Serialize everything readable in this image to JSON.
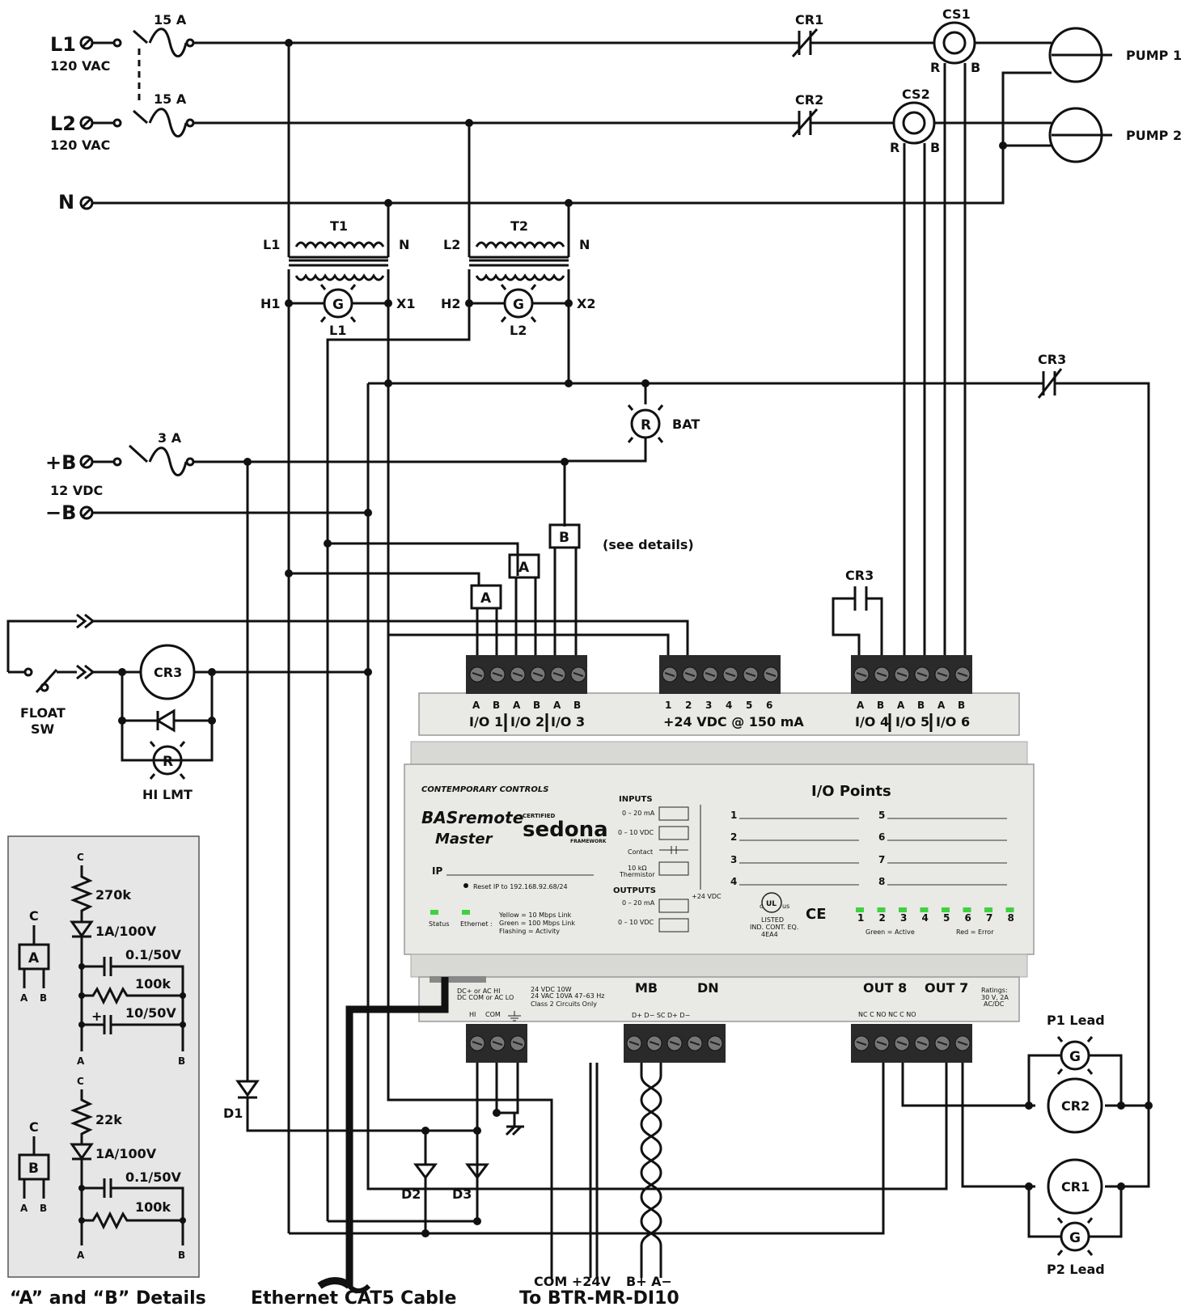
{
  "lines": {
    "L1": "L1",
    "L2": "L2",
    "N": "N",
    "l1_volt": "120 VAC",
    "l2_volt": "120 VAC",
    "pb": "+B",
    "mb": "−B",
    "b_volt": "12 VDC"
  },
  "fuses": {
    "f1": "15 A",
    "f2": "15 A",
    "f3": "3 A"
  },
  "contacts": {
    "cr1": "CR1",
    "cr2": "CR2",
    "cr3_top": "CR3",
    "cr3_mid": "CR3"
  },
  "sensors": {
    "cs1": "CS1",
    "cs2": "CS2",
    "cs1_r": "R",
    "cs1_b": "B",
    "cs2_r": "R",
    "cs2_b": "B"
  },
  "pumps": {
    "p1": "PUMP 1",
    "p2": "PUMP 2"
  },
  "transformers": {
    "t1": "T1",
    "t2": "T2",
    "t1_l": "L1",
    "t1_n": "N",
    "t2_l": "L2",
    "t2_n": "N",
    "h1": "H1",
    "x1": "X1",
    "h2": "H2",
    "x2": "X2",
    "lamp1": "L1",
    "lamp2": "L2",
    "g": "G"
  },
  "bat": {
    "letter": "R",
    "label": "BAT"
  },
  "boxes": {
    "a": "A",
    "b": "B",
    "see": "(see details)"
  },
  "float": {
    "sw1": "FLOAT",
    "sw2": "SW",
    "cr3": "CR3",
    "hi_letter": "R",
    "hi": "HI LMT"
  },
  "diodes": {
    "d1": "D1",
    "d2": "D2",
    "d3": "D3"
  },
  "details": {
    "caption": "“A” and “B” Details",
    "a": {
      "box": "A",
      "c": "C",
      "ta": "A",
      "tb": "B",
      "c2": "C",
      "res": "270k",
      "diode": "1A/100V",
      "cap1": "0.1/50V",
      "res2": "100k",
      "plus": "+",
      "cap2": "10/50V",
      "bot_a": "A",
      "bot_b": "B"
    },
    "b": {
      "box": "B",
      "c": "C",
      "ta": "A",
      "tb": "B",
      "c2": "C",
      "res": "22k",
      "diode": "1A/100V",
      "cap1": "0.1/50V",
      "res2": "100k",
      "bot_a": "A",
      "bot_b": "B"
    }
  },
  "module": {
    "top_pins": [
      "A",
      "B",
      "A",
      "B",
      "A",
      "B"
    ],
    "io1": "I/O 1",
    "io2": "I/O 2",
    "io3": "I/O 3",
    "vdc_pins": [
      "1",
      "2",
      "3",
      "4",
      "5",
      "6"
    ],
    "vdc": "+24 VDC @ 150 mA",
    "right_pins": [
      "A",
      "B",
      "A",
      "B",
      "A",
      "B"
    ],
    "io4": "I/O 4",
    "io5": "I/O 5",
    "io6": "I/O 6",
    "brand": "CONTEMPORARY CONTROLS",
    "bas": "BASremote",
    "master": "Master",
    "certified": "CERTIFIED",
    "sedona": "sedona",
    "framework": "FRAMEWORK",
    "ip": "IP",
    "reset": "Reset IP to 192.168.92.68/24",
    "status": "Status",
    "ethernet": "Ethernet :",
    "eth_leg1": "Yellow    = 10 Mbps Link",
    "eth_leg2": "Green     = 100 Mbps Link",
    "eth_leg3": "Flashing = Activity",
    "inputs": "INPUTS",
    "in1": "0 – 20 mA",
    "in2": "0 – 10 VDC",
    "in3": "Contact",
    "in4a": "10 kΩ",
    "in4b": "Thermistor",
    "outputs": "OUTPUTS",
    "out1": "0 – 20 mA",
    "out2": "0 – 10 VDC",
    "plus24": "+24 VDC",
    "iop": "I/O   Points",
    "points": [
      "1",
      "2",
      "3",
      "4",
      "5",
      "6",
      "7",
      "8"
    ],
    "ul_c": "c",
    "ul_us": "us",
    "ul": "UL",
    "listed": "LISTED",
    "ind": "IND. CONT. EQ.",
    "code": "4EA4",
    "ce": "CE",
    "led_nums": [
      "1",
      "2",
      "3",
      "4",
      "5",
      "6",
      "7",
      "8"
    ],
    "green_active": "Green = Active",
    "red_error": "Red = Error",
    "power1": "DC+ or AC HI",
    "power2": "DC COM  or  AC LO",
    "rating1": "24 VDC 10W",
    "rating2": "24 VAC 10VA  47–63 Hz",
    "rating3": "Class 2 Circuits Only",
    "hi": "HI",
    "com": "COM",
    "mb": "MB",
    "dn": "DN",
    "mb_pins": "D+  D−   SC  D+  D−",
    "out8": "OUT 8",
    "out7": "OUT 7",
    "out_pins": "NC   C   NO  NC   C   NO",
    "ratings": "Ratings:",
    "ratings2": "30 V, 2A",
    "ratings3": "AC/DC"
  },
  "outputs": {
    "p1lead": "P1 Lead",
    "p2lead": "P2 Lead",
    "cr1": "CR1",
    "cr2": "CR2",
    "g": "G"
  },
  "bottom": {
    "com24": "COM +24V",
    "bpam": "B+ A−",
    "eth": "Ethernet CAT5 Cable",
    "btr": "To BTR-MR-DI10"
  },
  "colors": {
    "wire": "#111111",
    "panel": "#e6e6e6",
    "led": "#3fd23f",
    "module": "#e9e9e6"
  }
}
